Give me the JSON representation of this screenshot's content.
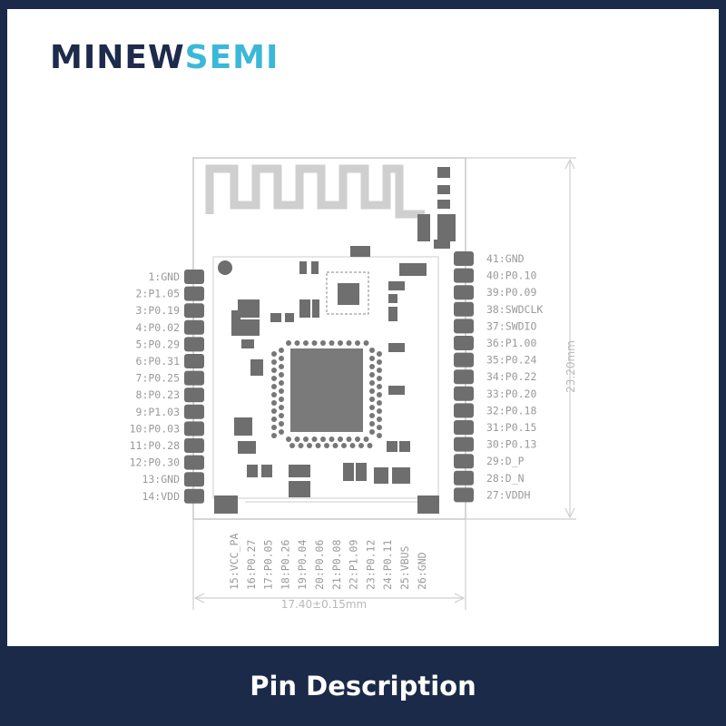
{
  "brand": {
    "part1": "MINEW",
    "part2": "SEMI"
  },
  "caption": "Pin Description",
  "pins_left": [
    "1:GND",
    "2:P1.05",
    "3:P0.19",
    "4:P0.02",
    "5:P0.29",
    "6:P0.31",
    "7:P0.25",
    "8:P0.23",
    "9:P1.03",
    "10:P0.03",
    "11:P0.28",
    "12:P0.30",
    "13:GND",
    "14:VDD"
  ],
  "pins_bottom": [
    "15:VCC_PA",
    "16:P0.27",
    "17:P0.05",
    "18:P0.26",
    "19:P0.04",
    "20:P0.06",
    "21:P0.08",
    "22:P1.09",
    "23:P0.12",
    "24:P0.11",
    "25:VBUS",
    "26:GND"
  ],
  "pins_right": [
    "41:GND",
    "40:P0.10",
    "39:P0.09",
    "38:SWDCLK",
    "37:SWDIO",
    "36:P1.00",
    "35:P0.24",
    "34:P0.22",
    "33:P0.20",
    "32:P0.18",
    "31:P0.15",
    "30:P0.13",
    "29:D_P",
    "28:D_N",
    "27:VDDH"
  ],
  "dimensions": {
    "height": "23.20mm",
    "width": "17.40±0.15mm"
  }
}
